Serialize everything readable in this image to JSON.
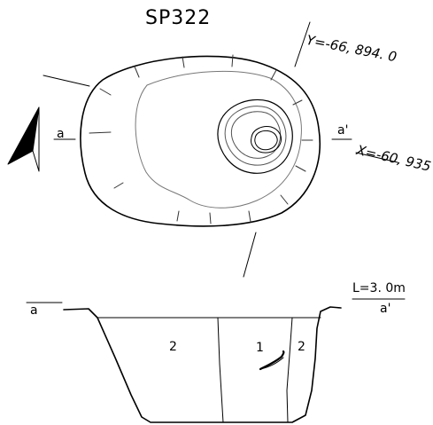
{
  "figure": {
    "title": "SP322",
    "coordinates": {
      "y": "Y=-66, 894. 0",
      "x": "X=-60, 935"
    },
    "section_marks": {
      "plan_left": "a",
      "plan_right": "a'",
      "section_left": "a",
      "section_right": "a'"
    },
    "level": "L=3. 0m",
    "layers": [
      "2",
      "1",
      "2"
    ]
  }
}
